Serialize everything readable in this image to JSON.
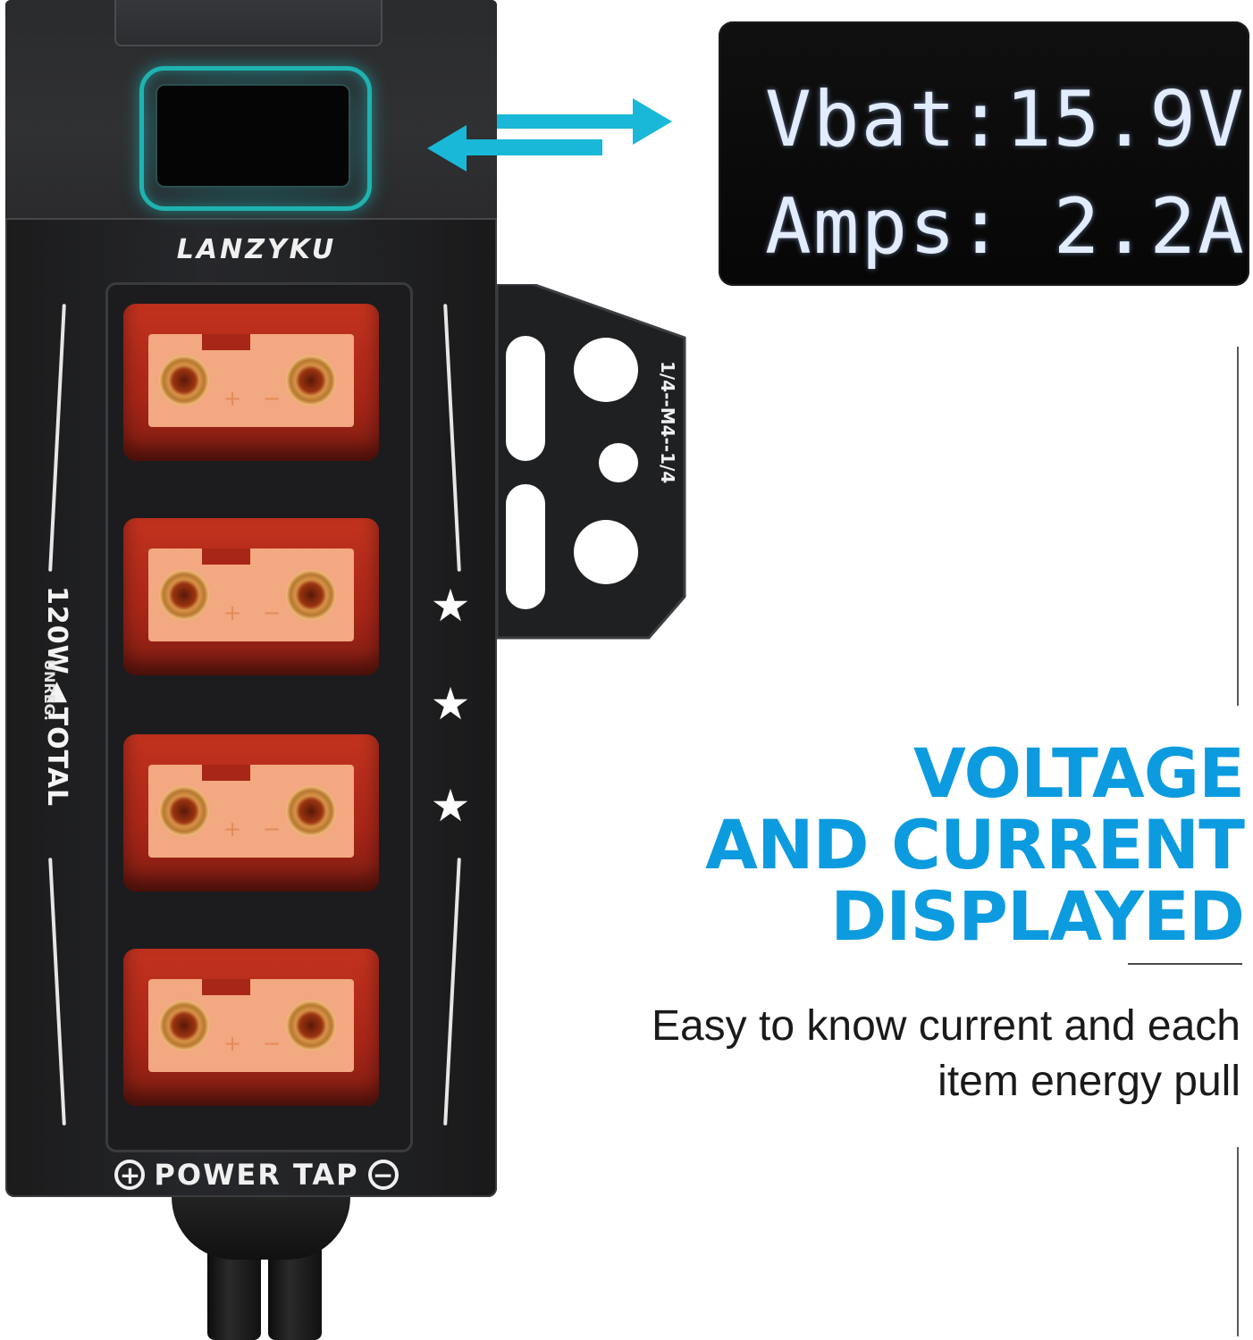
{
  "device": {
    "brand": "LANZYKU",
    "rating_main": "120W▲TOTAL",
    "rating_sub": "UNREG.",
    "bottom_label": "POWER TAP",
    "plus_symbol": "+",
    "minus_symbol": "−",
    "port_plus": "+",
    "port_minus": "−",
    "port_count": 4,
    "star_symbol": "★",
    "bracket_label": "1/4--M4--1/4",
    "colors": {
      "body": "#232427",
      "port_red": "#b02a1a",
      "port_face": "#f2a880",
      "screen_glow": "#1fb3b0"
    }
  },
  "display": {
    "line1": "Vbat:15.9V",
    "line2": "Amps: 2.2A"
  },
  "arrows": {
    "color": "#1ab8d8",
    "icon": "bidirectional-arrows-icon"
  },
  "headline": {
    "line1": "VOLTAGE",
    "line2": "AND CURRENT",
    "line3": "DISPLAYED",
    "color": "#0d9be0"
  },
  "description": {
    "line1": "Easy to know current and each",
    "line2": "item energy pull"
  }
}
